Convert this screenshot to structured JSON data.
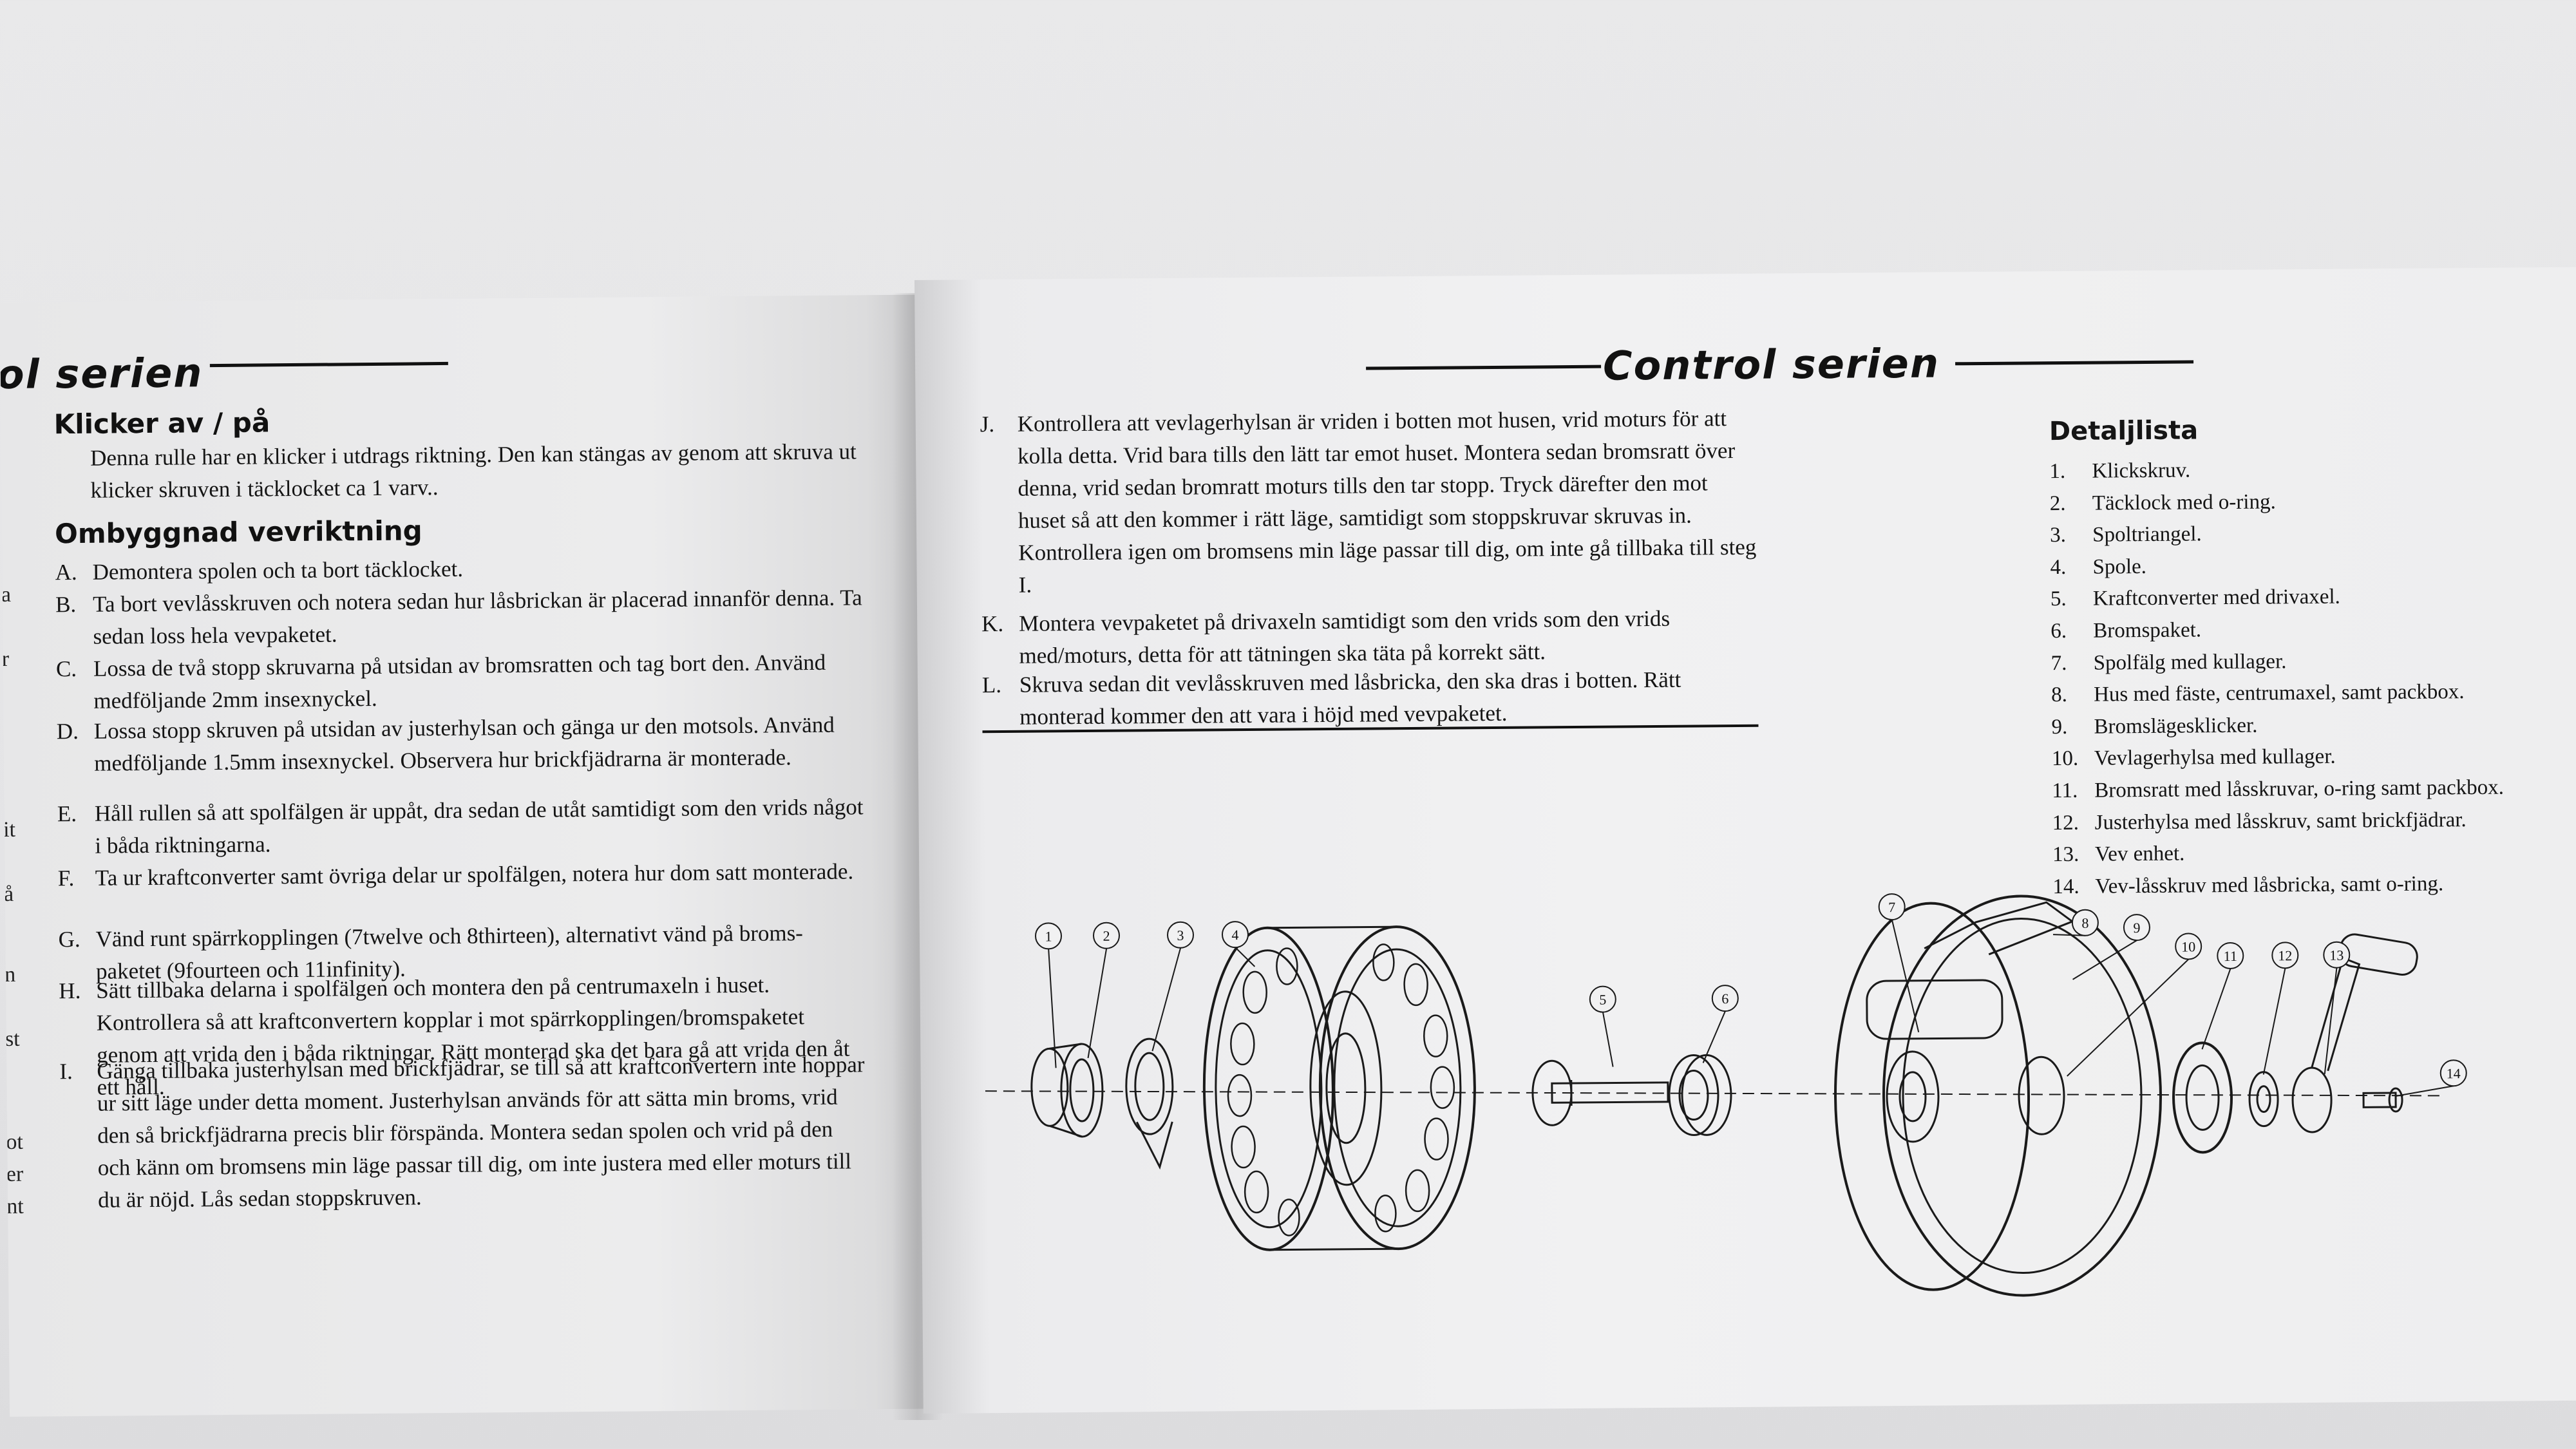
{
  "left_page": {
    "header": "ol serien",
    "klicker": {
      "heading": "Klicker av / på",
      "text": "Denna rulle har en klicker i utdrags riktning. Den kan stängas av genom att skruva ut klicker skruven i täcklocket ca 1 varv.."
    },
    "ombyggnad": {
      "heading": "Ombyggnad vevriktning",
      "steps": [
        {
          "label": "A.",
          "text": "Demontera spolen och ta bort täcklocket."
        },
        {
          "label": "B.",
          "text": "Ta bort vevlåsskruven och notera sedan hur låsbrickan är placerad innanför denna. Ta sedan loss hela vevpaketet."
        },
        {
          "label": "C.",
          "text": "Lossa de två stopp skruvarna på utsidan av bromsratten och tag bort den. Använd medföljande 2mm insexnyckel."
        },
        {
          "label": "D.",
          "text": "Lossa stopp skruven på utsidan av justerhylsan och gänga ur den motsols. Använd medföljande 1.5mm insexnyckel. Observera hur brickfjädrarna är monterade."
        },
        {
          "label": "E.",
          "text": "Håll rullen så att spolfälgen är uppåt, dra sedan de utåt samtidigt som den vrids något i båda riktningarna."
        },
        {
          "label": "F.",
          "text": "Ta ur kraftconverter samt övriga delar ur spolfälgen, notera hur dom satt monterade."
        },
        {
          "label": "G.",
          "text": "Vänd runt spärrkopplingen (7twelve och 8thirteen), alternativt vänd på broms-paketet (9fourteen och 11infinity)."
        },
        {
          "label": "H.",
          "text": "Sätt tillbaka delarna i spolfälgen och montera den på centrumaxeln i huset. Kontrollera så att kraftconvertern kopplar i mot spärrkopplingen/bromspaketet genom att vrida den i båda riktningar. Rätt monterad ska det bara gå att vrida den åt ett håll."
        },
        {
          "label": "I.",
          "text": "Gänga tillbaka justerhylsan med brickfjädrar, se till så att kraftconvertern inte hoppar ur sitt läge under detta moment. Justerhylsan används för att sätta min broms, vrid den så brickfjädrarna precis blir förspända. Montera sedan spolen och vrid på den och känn om bromsens min läge passar till dig, om inte justera med eller moturs till du är nöjd. Lås sedan stoppskruven."
        }
      ]
    },
    "edge_fragments": [
      "a",
      "r",
      "it",
      "å",
      "n",
      "st",
      "ot",
      "er",
      "nt"
    ]
  },
  "right_page": {
    "header": "Control serien",
    "steps": [
      {
        "label": "J.",
        "text": "Kontrollera att vevlagerhylsan är vriden i botten mot husen, vrid moturs för att kolla detta. Vrid bara tills den lätt tar emot huset. Montera sedan bromsratt över denna, vrid sedan bromratt moturs tills den tar stopp. Tryck därefter den mot huset så att den kommer i rätt läge, samtidigt som stoppskruvar skruvas in. Kontrollera igen om bromsens min läge passar till dig, om inte gå tillbaka till steg I."
      },
      {
        "label": "K.",
        "text": "Montera vevpaketet på drivaxeln samtidigt som den vrids som den vrids med/moturs, detta för att tätningen ska täta på korrekt sätt."
      },
      {
        "label": "L.",
        "text": "Skruva sedan dit vevlåsskruven med låsbricka, den ska dras i botten. Rätt monterad kommer den att vara i höjd med vevpaketet."
      }
    ],
    "parts_list": {
      "heading": "Detaljlista",
      "items": [
        {
          "n": "1.",
          "text": "Klickskruv."
        },
        {
          "n": "2.",
          "text": "Täcklock med o-ring."
        },
        {
          "n": "3.",
          "text": "Spoltriangel."
        },
        {
          "n": "4.",
          "text": "Spole."
        },
        {
          "n": "5.",
          "text": "Kraftconverter med drivaxel."
        },
        {
          "n": "6.",
          "text": "Bromspaket."
        },
        {
          "n": "7.",
          "text": "Spolfälg med kullager."
        },
        {
          "n": "8.",
          "text": "Hus med fäste, centrumaxel, samt packbox."
        },
        {
          "n": "9.",
          "text": "Bromslägesklicker."
        },
        {
          "n": "10.",
          "text": "Vevlagerhylsa med kullager."
        },
        {
          "n": "11.",
          "text": "Bromsratt med låsskruvar, o-ring samt packbox."
        },
        {
          "n": "12.",
          "text": "Justerhylsa med låsskruv, samt brickfjädrar."
        },
        {
          "n": "13.",
          "text": "Vev enhet."
        },
        {
          "n": "14.",
          "text": "Vev-låsskruv med låsbricka, samt o-ring."
        }
      ]
    },
    "diagram_callouts": [
      "1",
      "2",
      "3",
      "4",
      "5",
      "6",
      "7",
      "8",
      "9",
      "10",
      "11",
      "12",
      "13",
      "14"
    ]
  }
}
